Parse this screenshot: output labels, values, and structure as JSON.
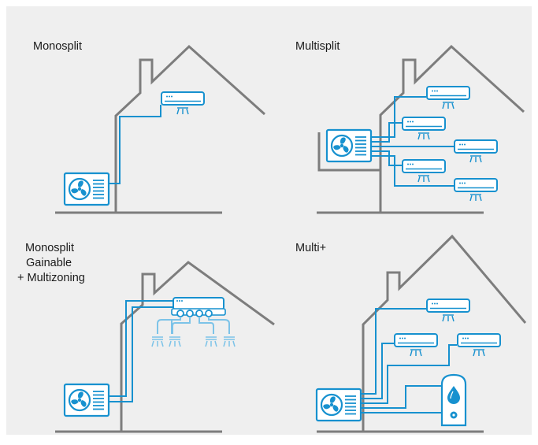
{
  "colors": {
    "background": "#efefef",
    "house_outline": "#7d7d7d",
    "unit_blue": "#1791cf",
    "duct_light_blue": "#7cc3e8"
  },
  "panels": [
    {
      "label_lines": [
        "Monosplit"
      ]
    },
    {
      "label_lines": [
        "Multisplit"
      ]
    },
    {
      "label_lines": [
        "Monosplit",
        "Gainable",
        "+ Multizoning"
      ]
    },
    {
      "label_lines": [
        "Multi+"
      ]
    }
  ],
  "icons": [
    "outdoor-unit-icon",
    "fan-icon",
    "indoor-split-unit-icon",
    "air-flow-icon",
    "ducted-unit-icon",
    "water-heater-tank-icon",
    "water-drop-icon"
  ]
}
